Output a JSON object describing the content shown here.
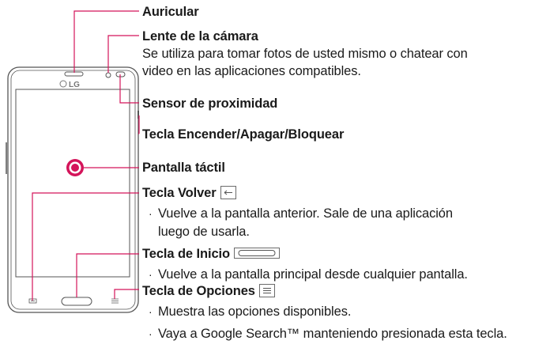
{
  "phone": {
    "brand": "LG"
  },
  "callouts": {
    "earpiece": {
      "label": "Auricular"
    },
    "camera": {
      "label": "Lente de la cámara",
      "description": [
        "Se utiliza para tomar fotos de usted mismo o chatear con",
        "video en las aplicaciones compatibles."
      ]
    },
    "proximity": {
      "label": "Sensor de proximidad"
    },
    "power": {
      "label": "Tecla Encender/Apagar/Bloquear"
    },
    "touchscreen": {
      "label": "Pantalla táctil"
    },
    "back": {
      "label": "Tecla Volver",
      "bullets": [
        {
          "lines": [
            "Vuelve a la pantalla anterior. Sale de una aplicación",
            "luego de usarla."
          ]
        }
      ]
    },
    "home": {
      "label": "Tecla de Inicio",
      "bullets": [
        {
          "lines": [
            "Vuelve a la pantalla principal desde cualquier pantalla."
          ]
        }
      ]
    },
    "menu": {
      "label": "Tecla de Opciones",
      "bullets": [
        {
          "lines": [
            "Muestra las opciones disponibles."
          ]
        },
        {
          "lines": [
            "Vaya a Google Search™ manteniendo presionada esta tecla."
          ]
        }
      ]
    }
  },
  "colors": {
    "leader": "#d4145a",
    "outline": "#555555",
    "text": "#1a1a1a"
  }
}
